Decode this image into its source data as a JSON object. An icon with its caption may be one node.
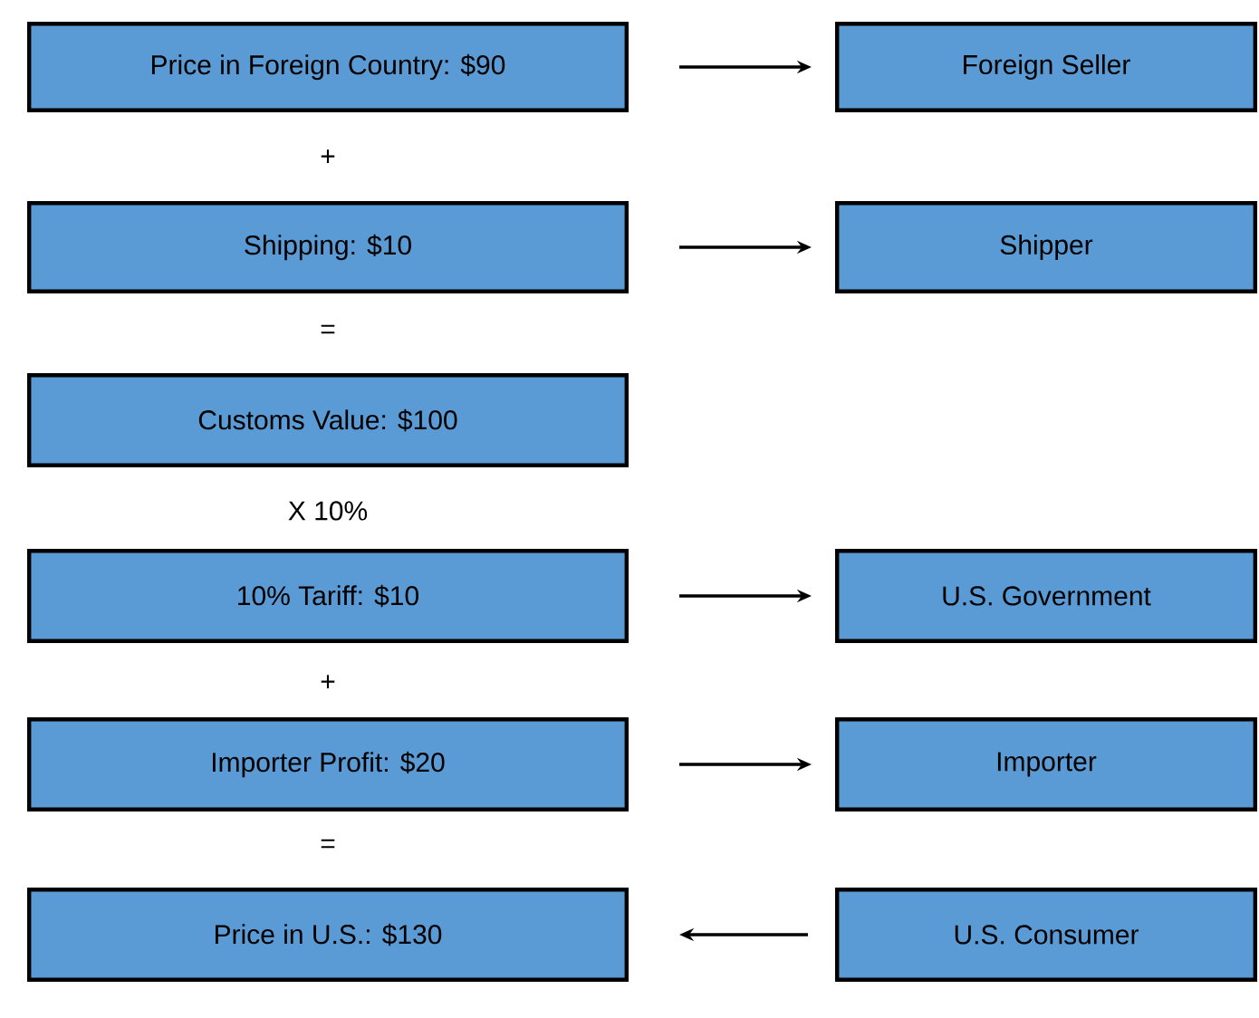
{
  "diagram": {
    "nodes": [
      {
        "text": [
          "Price in Foreign Country: $90"
        ]
      },
      {
        "text": [
          "Foreign Seller"
        ]
      },
      {
        "text": [
          "Shipping: $10"
        ]
      },
      {
        "text": [
          "Shipper"
        ]
      },
      {
        "text": [
          "Customs Value: $100"
        ]
      },
      {
        "text": [
          "10% Tariff: $10"
        ]
      },
      {
        "text": [
          "U.S. Government"
        ]
      },
      {
        "text": [
          "Importer Profit: $20"
        ]
      },
      {
        "text": [
          "Importer"
        ]
      },
      {
        "text": [
          "Price in U.S.: $130"
        ]
      },
      {
        "text": [
          "U.S. Consumer"
        ]
      }
    ],
    "edges": [
      {
        "from": 0,
        "to": 1,
        "arrow": "to"
      },
      {
        "from": 2,
        "to": 3,
        "arrow": "to"
      },
      {
        "from": 5,
        "to": 6,
        "arrow": "to"
      },
      {
        "from": 7,
        "to": 8,
        "arrow": "to"
      },
      {
        "from": 10,
        "to": 9,
        "arrow": "to"
      }
    ],
    "labels": [
      "+",
      "=",
      "X 10%",
      "+",
      "="
    ]
  }
}
